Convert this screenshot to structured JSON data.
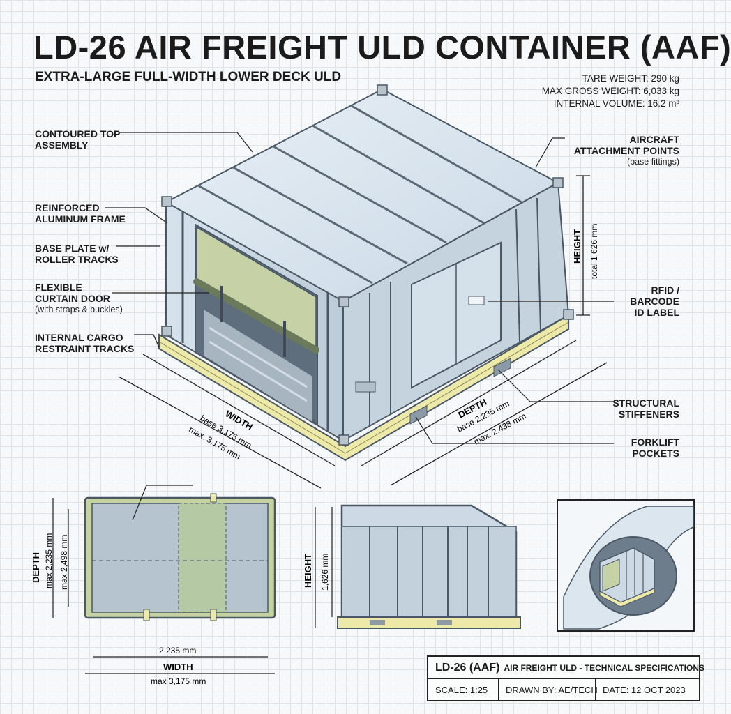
{
  "header": {
    "title": "LD-26 AIR FREIGHT ULD CONTAINER (AAF)",
    "subtitle": "EXTRA-LARGE FULL-WIDTH LOWER DECK ULD",
    "specs": [
      "TARE WEIGHT: 290 kg",
      "MAX GROSS WEIGHT: 6,033 kg",
      "INTERNAL VOLUME: 16.2 m³"
    ]
  },
  "callouts": {
    "contoured_top": [
      "CONTOURED TOP",
      "ASSEMBLY"
    ],
    "frame": [
      "REINFORCED",
      "ALUMINUM FRAME"
    ],
    "base_plate": [
      "BASE PLATE w/",
      "ROLLER TRACKS"
    ],
    "curtain": [
      "FLEXIBLE",
      "CURTAIN DOOR"
    ],
    "curtain_note": "(with straps & buckles)",
    "restraint": [
      "INTERNAL CARGO",
      "RESTRAINT TRACKS"
    ],
    "attachment": [
      "AIRCRAFT",
      "ATTACHMENT POINTS"
    ],
    "attachment_note": "(base fittings)",
    "rfid": [
      "RFID /",
      "BARCODE",
      "ID LABEL"
    ],
    "stiffeners": [
      "STRUCTURAL",
      "STIFFENERS"
    ],
    "forklift": [
      "FORKLIFT",
      "POCKETS"
    ]
  },
  "dimensions": {
    "width_label": "WIDTH",
    "width_base": "base 3,175 mm",
    "width_max": "max. 3,175 mm",
    "depth_label": "DEPTH",
    "depth_base": "base 2,235 mm",
    "depth_max": "max. 2,438 mm",
    "height_label": "HEIGHT",
    "height_total": "total 1,626 mm"
  },
  "plan_view": {
    "depth_label": "DEPTH",
    "depth_max": "max 2,235 mm",
    "depth_max2": "max 2,498 mm",
    "width_inner": "2,235 mm",
    "width_label": "WIDTH",
    "width_max": "max 3,175 mm"
  },
  "side_view": {
    "height_label": "HEIGHT",
    "height_value": "1,626 mm"
  },
  "title_block": {
    "name": "LD-26 (AAF)",
    "desc": "AIR FREIGHT ULD - TECHNICAL SPECIFICATIONS",
    "scale": "SCALE: 1:25",
    "drawn": "DRAWN BY: AE/TECH",
    "date": "DATE: 12 OCT 2023"
  },
  "colors": {
    "frame": "#4a5866",
    "panel": "#cfdce7",
    "roof": "#dfe9f1",
    "base": "#ece9a9",
    "curtain": "#c6d2a6"
  }
}
